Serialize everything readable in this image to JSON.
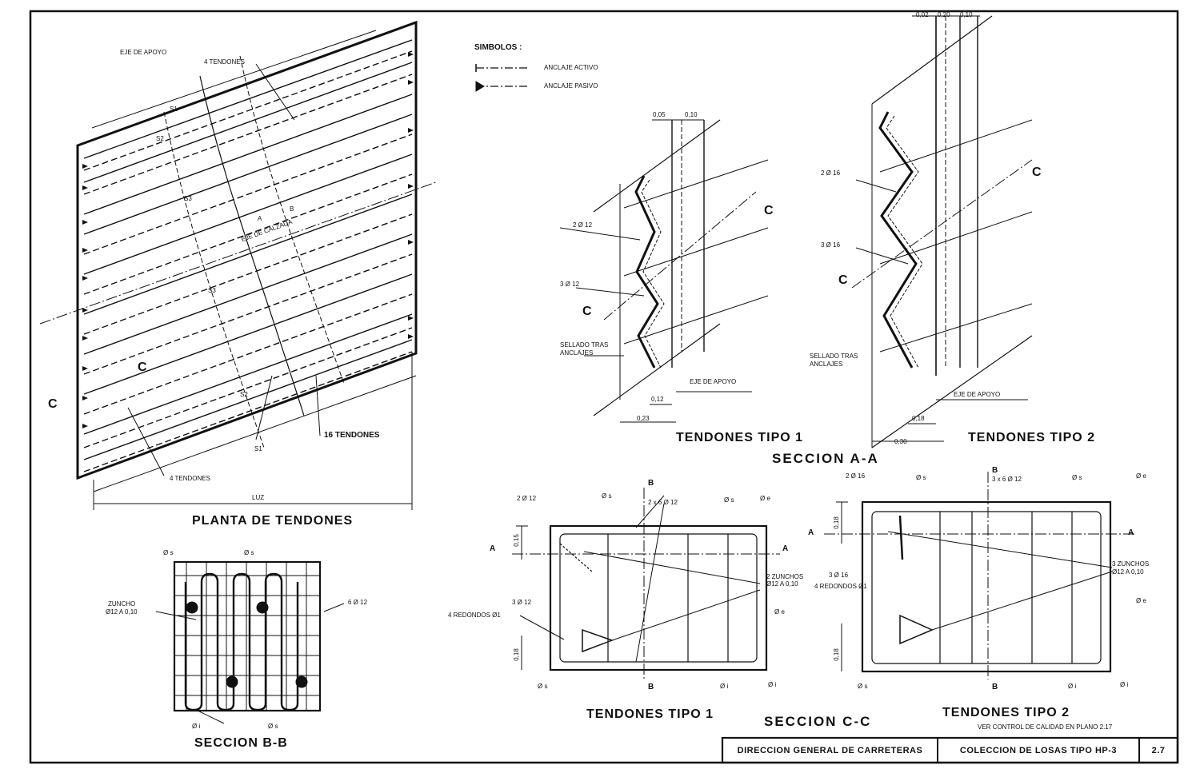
{
  "symbols": {
    "heading": "SIMBOLOS :",
    "active": "ANCLAJE ACTIVO",
    "passive": "ANCLAJE PASIVO"
  },
  "plan": {
    "title": "PLANTA DE TENDONES",
    "eje_apoyo": "EJE DE APOYO",
    "tendones_top": "4 TENDONES",
    "tendones_bottom": "4 TENDONES",
    "tendones_mid": "16 TENDONES",
    "eje_calzada": "EJE DE CALZADA",
    "luz": "LUZ",
    "s1": "S1",
    "s2": "S2",
    "s3": "S3",
    "c": "C",
    "a": "A",
    "b": "B"
  },
  "section_aa": {
    "title": "SECCION A-A",
    "type1": "TENDONES TIPO 1",
    "type2": "TENDONES TIPO 2",
    "dim_005": "0,05",
    "dim_010": "0,10",
    "dim_012": "0,12",
    "dim_023": "0,23",
    "dim_018": "0,18",
    "dim_030": "0,30",
    "dim_002": "0,02",
    "dim_020": "0,20",
    "dim_010b": "0,10",
    "bar_2012": "2 Ø 12",
    "bar_3012": "3 Ø 12",
    "bar_2016": "2 Ø 16",
    "bar_3016": "3 Ø 16",
    "sellado": "SELLADO TRAS",
    "anclajes": "ANCLAJES",
    "eje_apoyo": "EJE DE APOYO",
    "c": "C"
  },
  "section_cc": {
    "title": "SECCION C-C",
    "type1": "TENDONES TIPO 1",
    "type2": "TENDONES TIPO 2",
    "bar_2012": "2 Ø 12",
    "bar_3012": "3 Ø 12",
    "bar_2x6": "2 x 6 Ø 12",
    "bar_2016": "2 Ø 16",
    "bar_3016": "3 Ø 16",
    "bar_3x6": "3 x 6 Ø 12",
    "redondos1": "4 REDONDOS Ø1",
    "redondos2": "4 REDONDOS Ø1",
    "zunchos2": "2 ZUNCHOS",
    "zunchos2b": "Ø12 A 0,10",
    "zunchos3": "3 ZUNCHOS",
    "zunchos3b": "Ø12 A 0,10",
    "phi_s": "Ø s",
    "phi_e": "Ø e",
    "phi_i": "Ø i",
    "dim_015": "0,15",
    "dim_018": "0,18",
    "a": "A",
    "b": "B",
    "note": "VER CONTROL DE CALIDAD EN PLANO 2.17"
  },
  "section_bb": {
    "title": "SECCION B-B",
    "zuncho": "ZUNCHO",
    "zuncho2": "Ø12 A 0,10",
    "bar_6012": "6 Ø 12",
    "phi_s": "Ø s",
    "phi_i": "Ø i"
  },
  "title_block": {
    "agency": "DIRECCION GENERAL DE CARRETERAS",
    "collection": "COLECCION DE LOSAS TIPO HP-3",
    "sheet": "2.7"
  }
}
